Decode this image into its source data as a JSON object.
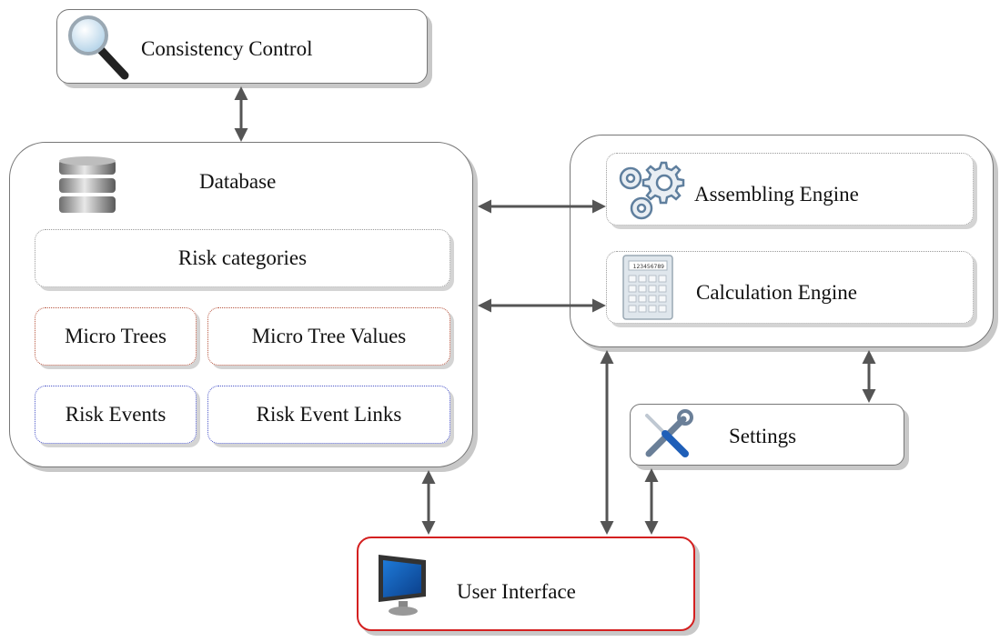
{
  "consistency_control": {
    "label": "Consistency Control",
    "icon": "magnifier-icon"
  },
  "database": {
    "label": "Database",
    "icon": "database-icon",
    "risk_categories": "Risk categories",
    "micro_trees": "Micro Trees",
    "micro_tree_values": "Micro Tree Values",
    "risk_events": "Risk Events",
    "risk_event_links": "Risk Event Links"
  },
  "assembling_engine": {
    "label": "Assembling Engine",
    "icon": "gears-icon"
  },
  "calculation_engine": {
    "label": "Calculation Engine",
    "icon": "calculator-icon",
    "display": "123456789"
  },
  "settings": {
    "label": "Settings",
    "icon": "tools-icon"
  },
  "user_interface": {
    "label": "User Interface",
    "icon": "monitor-icon"
  },
  "colors": {
    "ui_border": "#d42020",
    "micro_border": "#b8553f",
    "event_border": "#4a55c8",
    "arrow": "#555555"
  }
}
